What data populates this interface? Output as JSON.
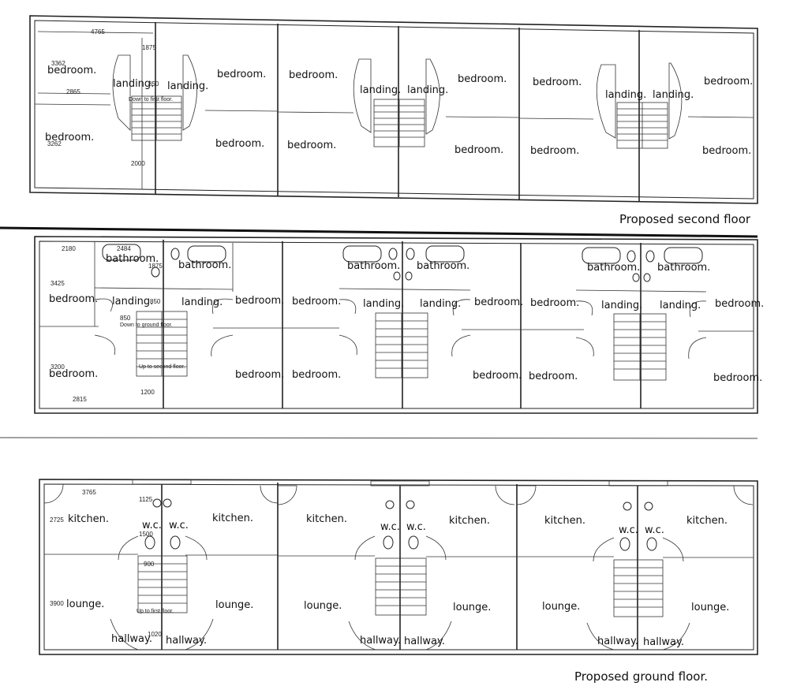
{
  "floors": {
    "second": {
      "caption": "Proposed second floor",
      "dimensions": [
        "4765",
        "3362",
        "1875",
        "2865",
        "850",
        "3262",
        "2000"
      ],
      "notes": [
        "Down to first floor."
      ],
      "rooms": [
        {
          "label": "bedroom.",
          "id": "bedroom-1"
        },
        {
          "label": "landing.",
          "id": "landing-1"
        },
        {
          "label": "landing.",
          "id": "landing-2"
        },
        {
          "label": "bedroom.",
          "id": "bedroom-2"
        },
        {
          "label": "bedroom.",
          "id": "bedroom-3"
        },
        {
          "label": "bedroom.",
          "id": "bedroom-4"
        },
        {
          "label": "landing.",
          "id": "landing-3"
        },
        {
          "label": "landing.",
          "id": "landing-4"
        },
        {
          "label": "bedroom.",
          "id": "bedroom-5"
        },
        {
          "label": "bedroom.",
          "id": "bedroom-6"
        },
        {
          "label": "landing.",
          "id": "landing-5"
        },
        {
          "label": "landing.",
          "id": "landing-6"
        },
        {
          "label": "bedroom.",
          "id": "bedroom-7"
        },
        {
          "label": "bedroom.",
          "id": "bedroom-8"
        },
        {
          "label": "bedroom.",
          "id": "bedroom-9"
        },
        {
          "label": "bedroom.",
          "id": "bedroom-10"
        },
        {
          "label": "bedroom.",
          "id": "bedroom-11"
        },
        {
          "label": "bedroom.",
          "id": "bedroom-12"
        }
      ]
    },
    "first": {
      "dimensions": [
        "2180",
        "2484",
        "1875",
        "3425",
        "850",
        "850",
        "3200",
        "1200",
        "2815"
      ],
      "notes": [
        "Down to ground floor.",
        "Up to second floor."
      ],
      "rooms": [
        {
          "label": "bathroom.",
          "id": "bathroom-1"
        },
        {
          "label": "bathroom.",
          "id": "bathroom-2"
        },
        {
          "label": "bedroom.",
          "id": "bedroom-1"
        },
        {
          "label": "landing.",
          "id": "landing-1"
        },
        {
          "label": "landing.",
          "id": "landing-2"
        },
        {
          "label": "bedroom.",
          "id": "bedroom-2"
        },
        {
          "label": "bedroom.",
          "id": "bedroom-3"
        },
        {
          "label": "bathroom.",
          "id": "bathroom-3"
        },
        {
          "label": "bathroom.",
          "id": "bathroom-4"
        },
        {
          "label": "landing.",
          "id": "landing-3"
        },
        {
          "label": "landing.",
          "id": "landing-4"
        },
        {
          "label": "bedroom.",
          "id": "bedroom-4"
        },
        {
          "label": "bedroom.",
          "id": "bedroom-5"
        },
        {
          "label": "bathroom.",
          "id": "bathroom-5"
        },
        {
          "label": "bathroom.",
          "id": "bathroom-6"
        },
        {
          "label": "landing.",
          "id": "landing-5"
        },
        {
          "label": "landing.",
          "id": "landing-6"
        },
        {
          "label": "bedroom.",
          "id": "bedroom-6"
        },
        {
          "label": "bedroom.",
          "id": "bedroom-7"
        },
        {
          "label": "bedroom.",
          "id": "bedroom-8"
        },
        {
          "label": "bedroom.",
          "id": "bedroom-9"
        },
        {
          "label": "bedroom.",
          "id": "bedroom-10"
        },
        {
          "label": "bedroom.",
          "id": "bedroom-11"
        },
        {
          "label": "bedroom.",
          "id": "bedroom-12"
        }
      ]
    },
    "ground": {
      "caption": "Proposed ground floor.",
      "dimensions": [
        "3765",
        "1125",
        "2725",
        "1500",
        "900",
        "3900",
        "1020"
      ],
      "notes": [
        "Up to first floor."
      ],
      "rooms": [
        {
          "label": "kitchen.",
          "id": "kitchen-1"
        },
        {
          "label": "w.c.",
          "id": "wc-1"
        },
        {
          "label": "w.c.",
          "id": "wc-2"
        },
        {
          "label": "kitchen.",
          "id": "kitchen-2"
        },
        {
          "label": "kitchen.",
          "id": "kitchen-3"
        },
        {
          "label": "w.c.",
          "id": "wc-3"
        },
        {
          "label": "w.c.",
          "id": "wc-4"
        },
        {
          "label": "kitchen.",
          "id": "kitchen-4"
        },
        {
          "label": "kitchen.",
          "id": "kitchen-5"
        },
        {
          "label": "w.c.",
          "id": "wc-5"
        },
        {
          "label": "w.c.",
          "id": "wc-6"
        },
        {
          "label": "kitchen.",
          "id": "kitchen-6"
        },
        {
          "label": "lounge.",
          "id": "lounge-1"
        },
        {
          "label": "lounge.",
          "id": "lounge-2"
        },
        {
          "label": "lounge.",
          "id": "lounge-3"
        },
        {
          "label": "lounge.",
          "id": "lounge-4"
        },
        {
          "label": "lounge.",
          "id": "lounge-5"
        },
        {
          "label": "lounge.",
          "id": "lounge-6"
        },
        {
          "label": "hallway.",
          "id": "hallway-1"
        },
        {
          "label": "hallway.",
          "id": "hallway-2"
        },
        {
          "label": "hallway.",
          "id": "hallway-3"
        },
        {
          "label": "hallway.",
          "id": "hallway-4"
        },
        {
          "label": "hallway.",
          "id": "hallway-5"
        },
        {
          "label": "hallway.",
          "id": "hallway-6"
        }
      ]
    }
  }
}
